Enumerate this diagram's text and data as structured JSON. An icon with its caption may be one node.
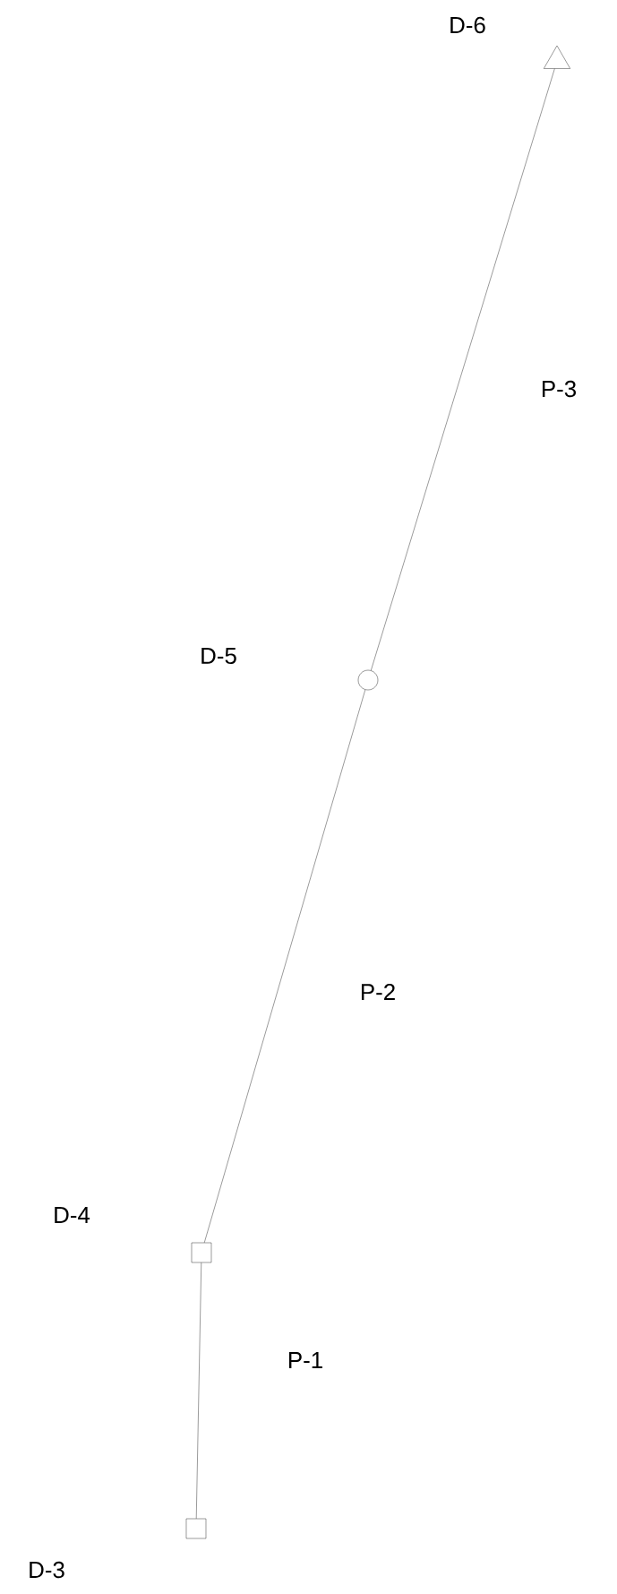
{
  "diagram": {
    "nodes": [
      {
        "text": [],
        "shape": "box"
      },
      {
        "text": [],
        "shape": "box"
      },
      {
        "text": [],
        "shape": "circle"
      },
      {
        "text": [],
        "shape": "triangle"
      }
    ],
    "labels": [
      "D-6",
      "D-5",
      "D-4",
      "D-3"
    ],
    "edges": [
      {
        "from": 1,
        "to": 0,
        "arrow": "none",
        "label": "P-1"
      },
      {
        "from": 0,
        "to": 2,
        "arrow": "none",
        "label": "P-2"
      },
      {
        "from": 2,
        "to": 3,
        "arrow": "none",
        "label": "P-3"
      }
    ]
  }
}
